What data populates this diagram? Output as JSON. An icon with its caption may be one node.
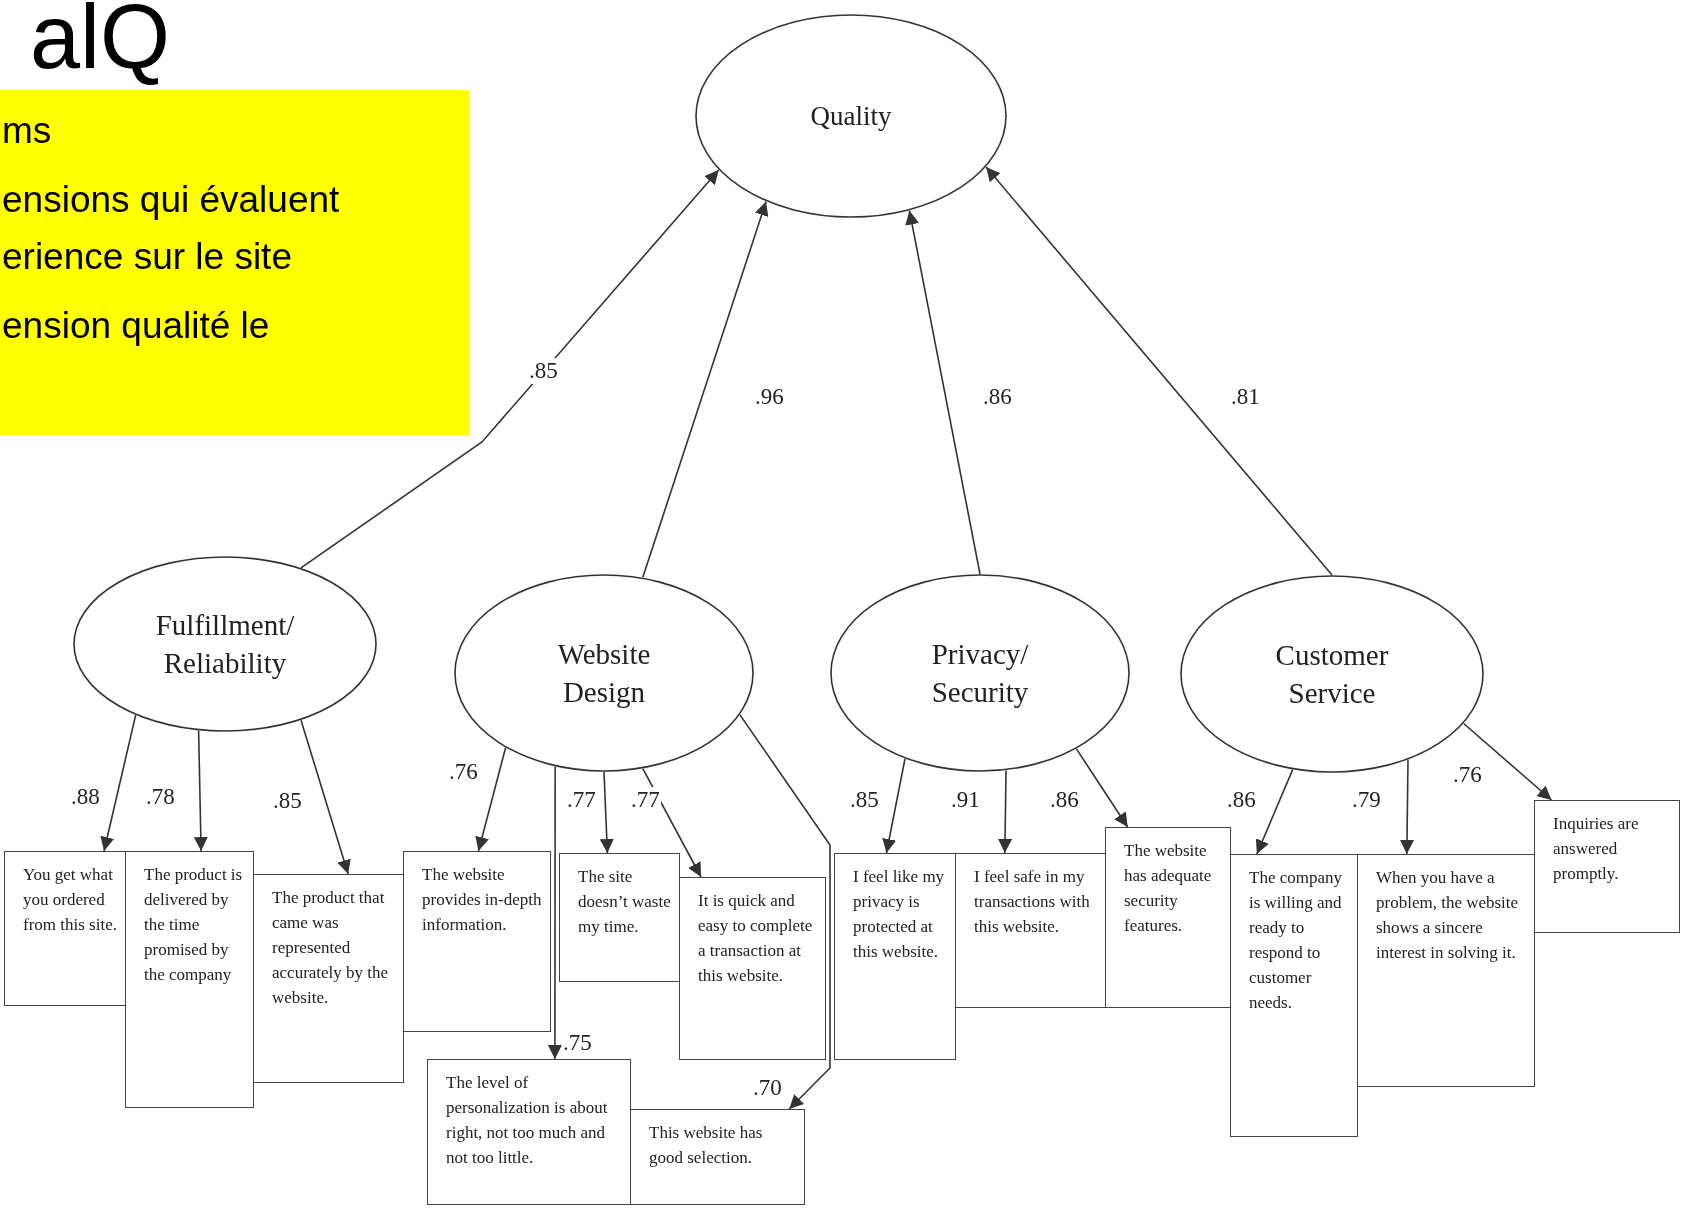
{
  "diagram": {
    "title": "alQ",
    "nodes": [
      {
        "text": [
          "Quality"
        ]
      },
      {
        "text": [
          "ms",
          "ensions qui évaluent erience sur le site",
          "ension qualité le"
        ]
      },
      {
        "text": [
          "Fulfillment/ Reliability"
        ]
      },
      {
        "text": [
          "Website Design"
        ]
      },
      {
        "text": [
          "Privacy/ Security"
        ]
      },
      {
        "text": [
          "Customer Service"
        ]
      },
      {
        "text": [
          "You get what you ordered from this site."
        ]
      },
      {
        "text": [
          "The product is delivered by the time promised by the company"
        ]
      },
      {
        "text": [
          "The product that came was represented accurately by the website."
        ]
      },
      {
        "text": [
          "The website provides in-depth information."
        ]
      },
      {
        "text": [
          "The site doesn’t waste my time."
        ]
      },
      {
        "text": [
          "It is quick and easy to complete a transaction at this website."
        ]
      },
      {
        "text": [
          "The level of personalization is about right, not too much and not too little."
        ]
      },
      {
        "text": [
          "This website has good selection."
        ]
      },
      {
        "text": [
          "I feel like my privacy is protected at this website."
        ]
      },
      {
        "text": [
          "I feel safe in my transactions with this website."
        ]
      },
      {
        "text": [
          "The website has adequate security features."
        ]
      },
      {
        "text": [
          "The company is willing and ready to respond to customer needs."
        ]
      },
      {
        "text": [
          "When you have a problem, the website shows a sincere interest in solving it."
        ]
      },
      {
        "text": [
          "Inquiries are answered promptly."
        ]
      }
    ],
    "edges": [
      {
        "from": 2,
        "to": 0,
        "arrow": "to",
        "label": ".85"
      },
      {
        "from": 3,
        "to": 0,
        "arrow": "to",
        "label": ".96"
      },
      {
        "from": 4,
        "to": 0,
        "arrow": "to",
        "label": ".86"
      },
      {
        "from": 5,
        "to": 0,
        "arrow": "to",
        "label": ".81"
      },
      {
        "from": 2,
        "to": 6,
        "arrow": "to",
        "label": ".88"
      },
      {
        "from": 2,
        "to": 7,
        "arrow": "to",
        "label": ".78"
      },
      {
        "from": 2,
        "to": 8,
        "arrow": "to",
        "label": ".85"
      },
      {
        "from": 3,
        "to": 9,
        "arrow": "to",
        "label": ".76"
      },
      {
        "from": 3,
        "to": 10,
        "arrow": "to",
        "label": ".77"
      },
      {
        "from": 3,
        "to": 11,
        "arrow": "to",
        "label": ".77"
      },
      {
        "from": 3,
        "to": 12,
        "arrow": "to",
        "label": ".75"
      },
      {
        "from": 3,
        "to": 13,
        "arrow": "to",
        "label": ".70"
      },
      {
        "from": 4,
        "to": 14,
        "arrow": "to",
        "label": ".85"
      },
      {
        "from": 4,
        "to": 15,
        "arrow": "to",
        "label": ".91"
      },
      {
        "from": 4,
        "to": 16,
        "arrow": "to",
        "label": ".86"
      },
      {
        "from": 5,
        "to": 17,
        "arrow": "to",
        "label": ".86"
      },
      {
        "from": 5,
        "to": 18,
        "arrow": "to",
        "label": ".79"
      },
      {
        "from": 5,
        "to": 19,
        "arrow": "to",
        "label": ".76"
      }
    ]
  }
}
